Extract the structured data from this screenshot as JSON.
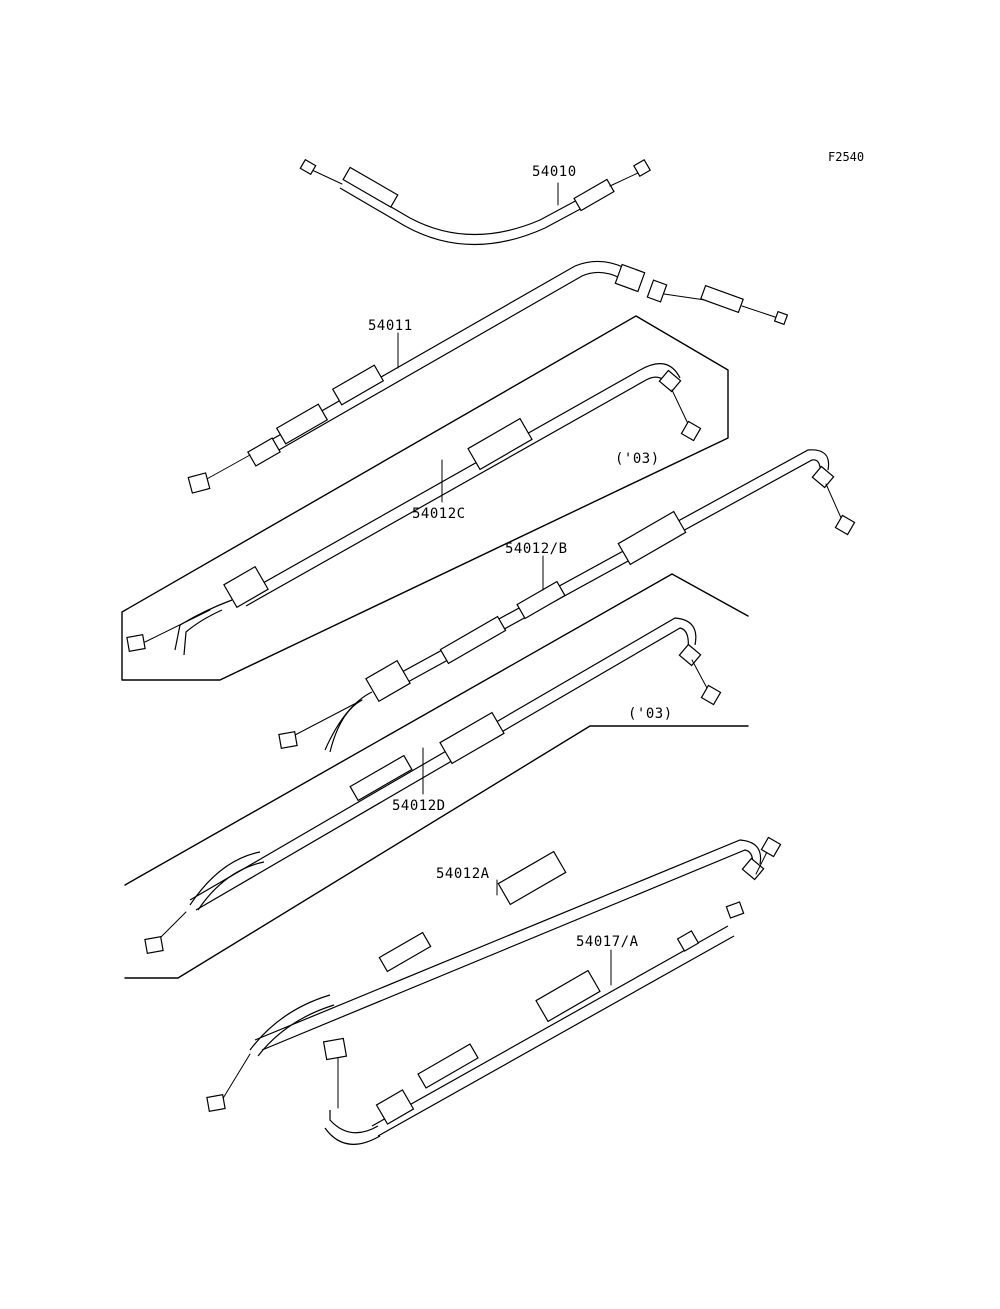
{
  "figure_id": "F2540",
  "parts": [
    {
      "label": "54010"
    },
    {
      "label": "54011"
    },
    {
      "label": "54012C"
    },
    {
      "label": "('03)"
    },
    {
      "label": "54012/B"
    },
    {
      "label": "('03)"
    },
    {
      "label": "54012D"
    },
    {
      "label": "54012A"
    },
    {
      "label": "54017/A"
    }
  ]
}
